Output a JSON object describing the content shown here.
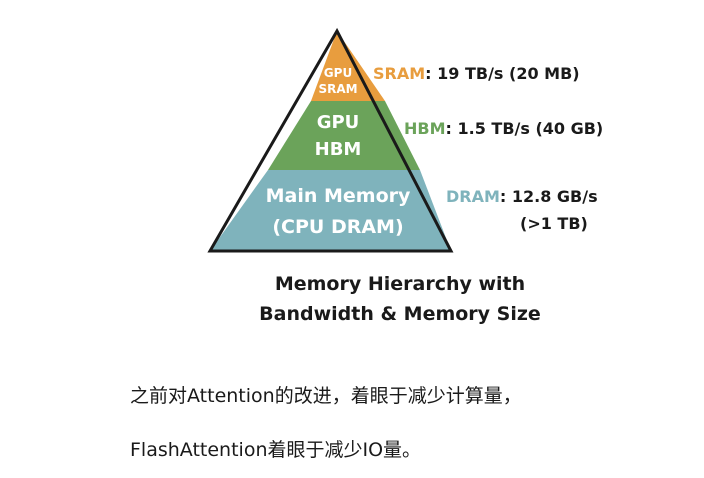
{
  "pyramid": {
    "tiers": [
      {
        "id": "sram",
        "lines": [
          "GPU",
          "SRAM"
        ],
        "fill": "#E89D3E"
      },
      {
        "id": "hbm",
        "lines": [
          "GPU",
          "HBM"
        ],
        "fill": "#6BA35A"
      },
      {
        "id": "dram",
        "lines": [
          "Main Memory",
          "(CPU DRAM)"
        ],
        "fill": "#7FB3BC"
      }
    ],
    "outline_color": "#1a1a1a"
  },
  "bandwidth": {
    "sram": {
      "name": "SRAM",
      "value": ": 19 TB/s (20 MB)",
      "color": "#E89D3E"
    },
    "hbm": {
      "name": "HBM",
      "value": ": 1.5 TB/s (40 GB)",
      "color": "#6BA35A"
    },
    "dram": {
      "name": "DRAM",
      "value": ": 12.8 GB/s",
      "value_line2": "(>1 TB)",
      "color": "#7FB3BC"
    }
  },
  "caption": {
    "line1": "Memory Hierarchy with",
    "line2": "Bandwidth & Memory Size"
  },
  "notes": [
    "之前对Attention的改进，着眼于减少计算量，",
    "FlashAttention着眼于减少IO量。"
  ]
}
